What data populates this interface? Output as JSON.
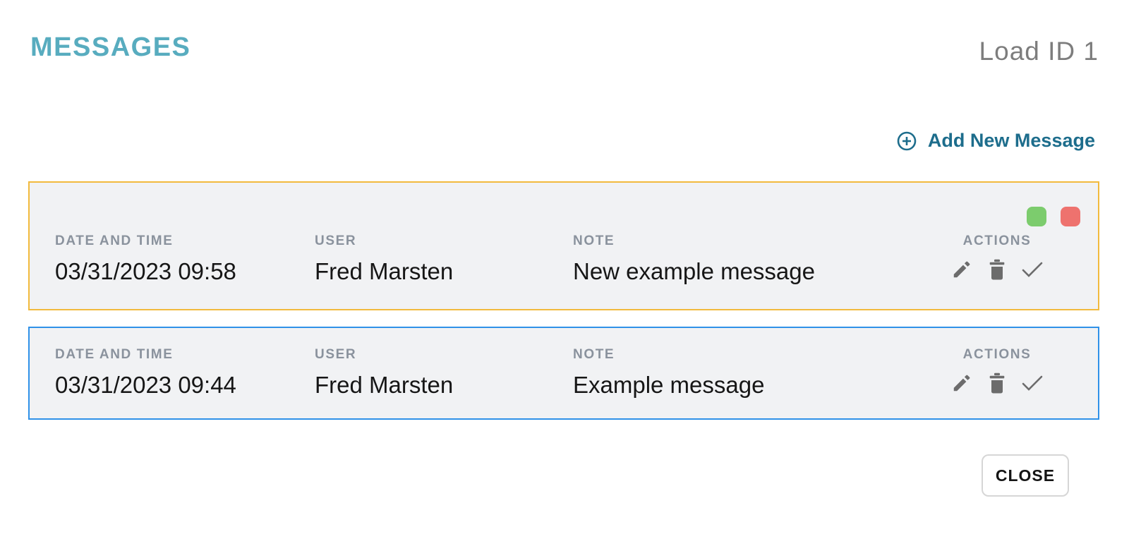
{
  "header": {
    "title": "MESSAGES",
    "context_label": "Load ID 1"
  },
  "toolbar": {
    "add_new_message": "Add New Message"
  },
  "column_headers": {
    "datetime": "DATE AND TIME",
    "user": "USER",
    "note": "NOTE",
    "actions": "ACTIONS"
  },
  "messages": [
    {
      "datetime": "03/31/2023 09:58",
      "user": "Fred Marsten",
      "note": "New example message",
      "highlight": "amber",
      "has_confirm_buttons": true
    },
    {
      "datetime": "03/31/2023 09:44",
      "user": "Fred Marsten",
      "note": "Example message",
      "highlight": "blue",
      "has_confirm_buttons": false
    }
  ],
  "footer": {
    "close": "CLOSE"
  },
  "icons": {
    "add": "plus-circle-icon",
    "edit": "pencil-icon",
    "delete": "trash-icon",
    "approve": "check-icon"
  },
  "colors": {
    "title_teal": "#58acbf",
    "link_teal": "#1d6d8c",
    "loadid_gray": "#7d7d7d",
    "label_gray": "#8a929d",
    "card_bg": "#f1f2f4",
    "amber_border": "#f2ba3d",
    "blue_border": "#2f91e8",
    "confirm_green": "#7ccc6d",
    "confirm_red": "#ee726e",
    "icon_gray": "#6c6c6c",
    "button_border": "#d6d6d6"
  }
}
